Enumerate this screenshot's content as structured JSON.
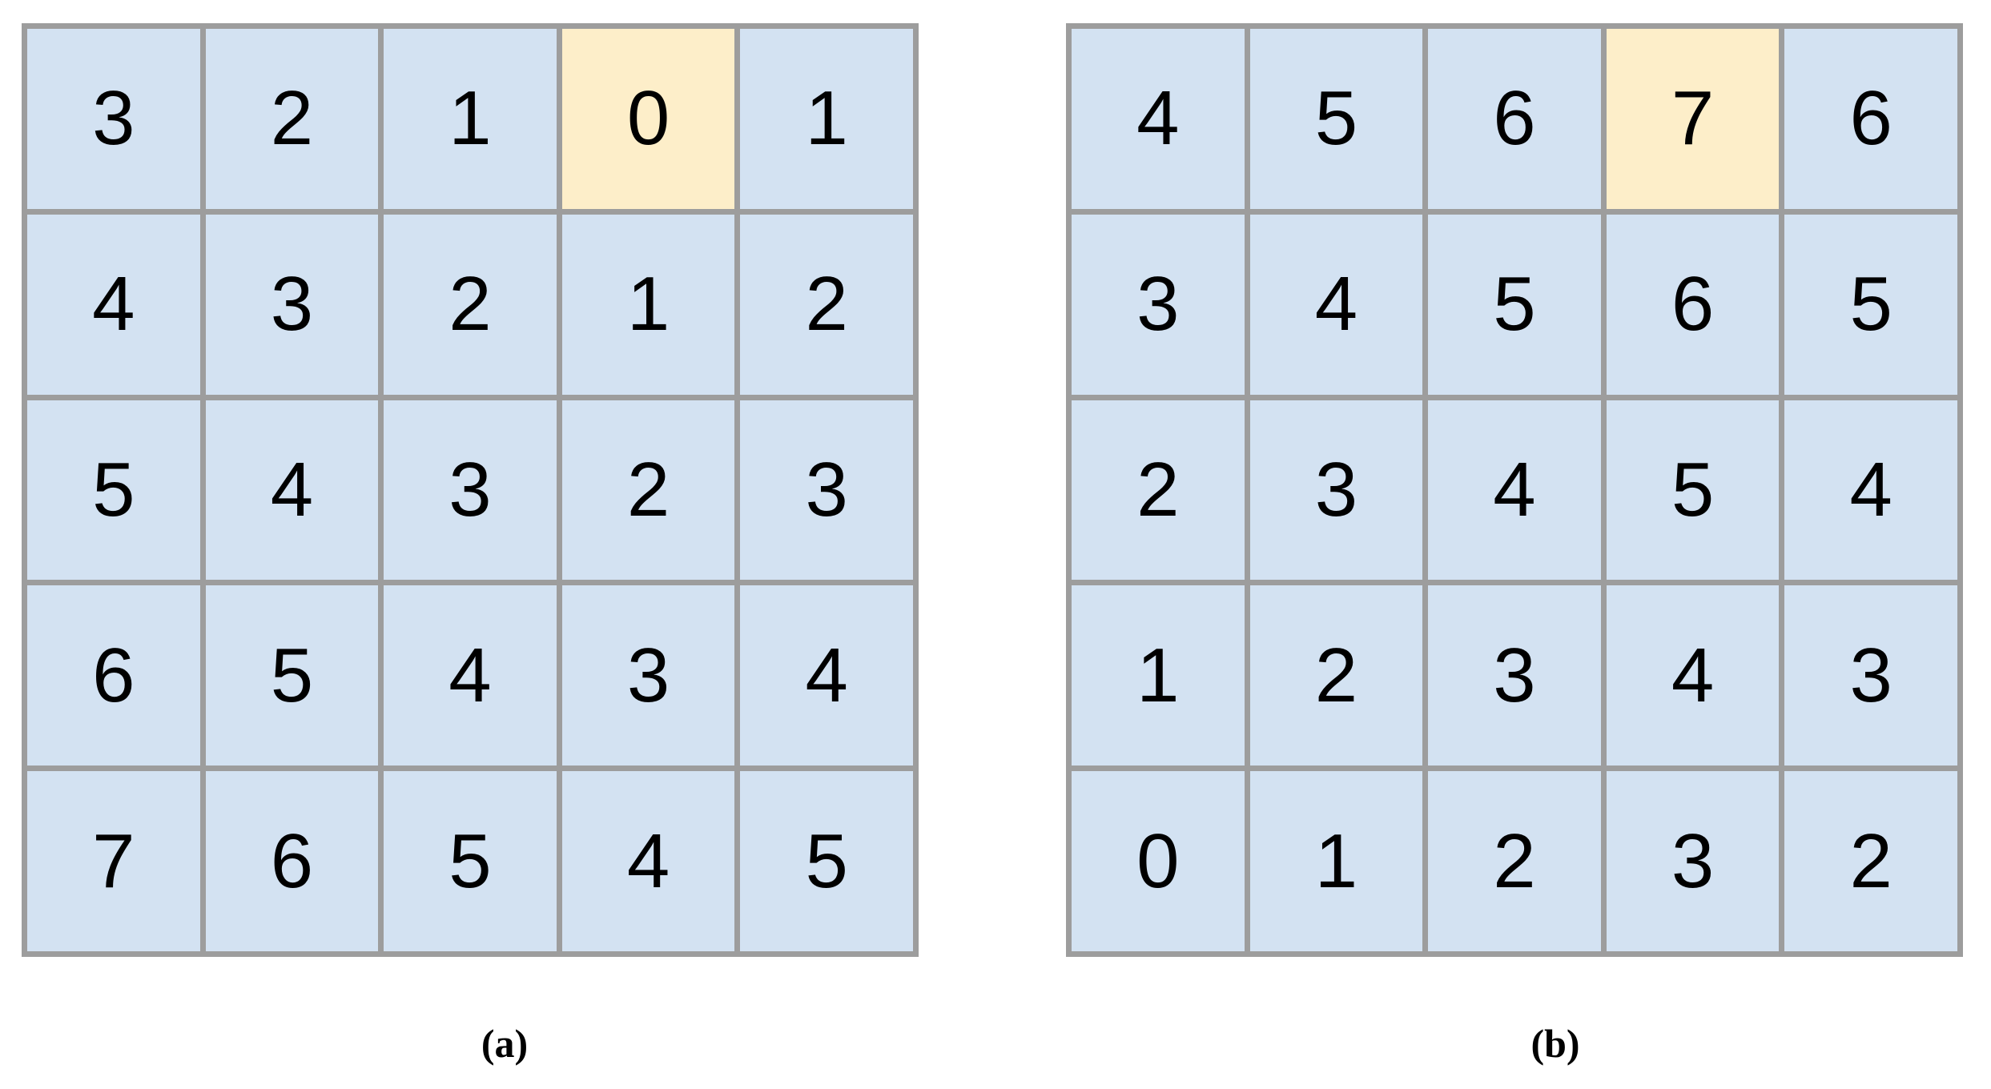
{
  "colors": {
    "cell_background": "#d3e2f2",
    "cell_highlight": "#fdeec9",
    "grid_line": "#9d9d9d",
    "text": "#000000",
    "page_background": "#ffffff"
  },
  "figure": {
    "panels": [
      {
        "id": "a",
        "caption": "(a)",
        "rows": 5,
        "cols": 5,
        "highlight": {
          "row": 0,
          "col": 3
        },
        "values": [
          [
            "3",
            "2",
            "1",
            "0",
            "1"
          ],
          [
            "4",
            "3",
            "2",
            "1",
            "2"
          ],
          [
            "5",
            "4",
            "3",
            "2",
            "3"
          ],
          [
            "6",
            "5",
            "4",
            "3",
            "4"
          ],
          [
            "7",
            "6",
            "5",
            "4",
            "5"
          ]
        ]
      },
      {
        "id": "b",
        "caption": "(b)",
        "rows": 5,
        "cols": 5,
        "highlight": {
          "row": 0,
          "col": 3
        },
        "values": [
          [
            "4",
            "5",
            "6",
            "7",
            "6"
          ],
          [
            "3",
            "4",
            "5",
            "6",
            "5"
          ],
          [
            "2",
            "3",
            "4",
            "5",
            "4"
          ],
          [
            "1",
            "2",
            "3",
            "4",
            "3"
          ],
          [
            "0",
            "1",
            "2",
            "3",
            "2"
          ]
        ]
      }
    ]
  },
  "chart_data": {
    "type": "heatmap",
    "title": "",
    "xlabel": "",
    "ylabel": "",
    "grid": true,
    "legend_position": "none",
    "panels": [
      {
        "label": "(a)",
        "rows": 5,
        "cols": 5,
        "values": [
          [
            3,
            2,
            1,
            0,
            1
          ],
          [
            4,
            3,
            2,
            1,
            2
          ],
          [
            5,
            4,
            3,
            2,
            3
          ],
          [
            6,
            5,
            4,
            3,
            4
          ],
          [
            7,
            6,
            5,
            4,
            5
          ]
        ],
        "highlighted_cells": [
          {
            "row": 0,
            "col": 3,
            "value": 0
          }
        ],
        "value_range": [
          0,
          7
        ]
      },
      {
        "label": "(b)",
        "rows": 5,
        "cols": 5,
        "values": [
          [
            4,
            5,
            6,
            7,
            6
          ],
          [
            3,
            4,
            5,
            6,
            5
          ],
          [
            2,
            3,
            4,
            5,
            4
          ],
          [
            1,
            2,
            3,
            4,
            3
          ],
          [
            0,
            1,
            2,
            3,
            2
          ]
        ],
        "highlighted_cells": [
          {
            "row": 0,
            "col": 3,
            "value": 7
          }
        ],
        "value_range": [
          0,
          7
        ]
      }
    ]
  }
}
